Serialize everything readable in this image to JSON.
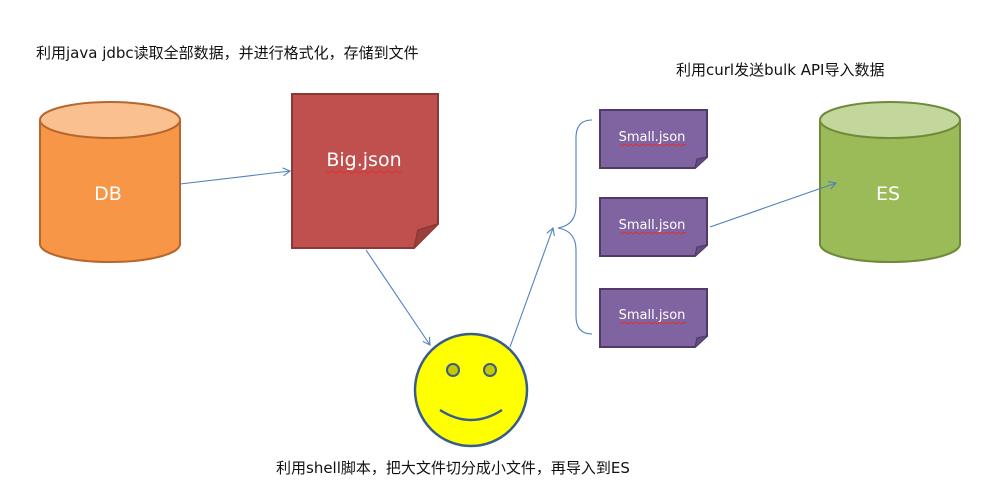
{
  "captions": {
    "read": "利用java jdbc读取全部数据，并进行格式化，存储到文件",
    "bulk": "利用curl发送bulk API导入数据",
    "split": "利用shell脚本，把大文件切分成小文件，再导入到ES"
  },
  "nodes": {
    "db": {
      "label": "DB",
      "color": "#f79646"
    },
    "big_file": {
      "label": "Big.json",
      "color": "#c0504d"
    },
    "small_files": [
      {
        "label": "Small.json"
      },
      {
        "label": "Small.json"
      },
      {
        "label": "Small.json"
      }
    ],
    "small_color": "#8064a2",
    "es": {
      "label": "ES",
      "color": "#9bbb59"
    },
    "smiley": {
      "color": "#ffff00"
    }
  },
  "colors": {
    "arrow": "#4f81bd",
    "text": "#111111"
  }
}
